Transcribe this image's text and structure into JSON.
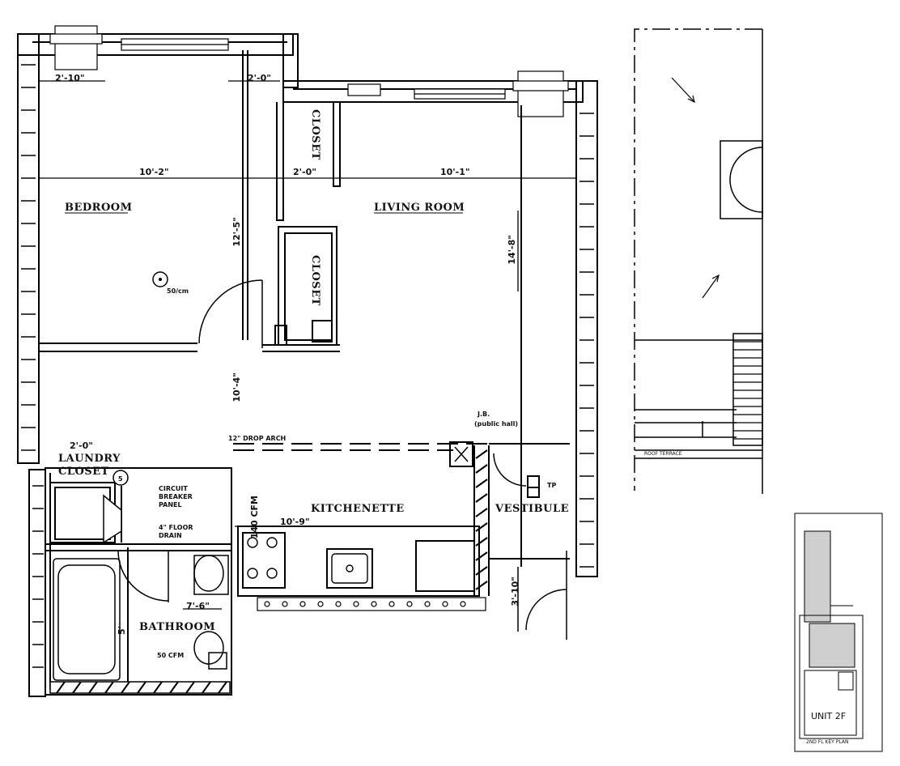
{
  "rooms": {
    "bedroom": "BEDROOM",
    "living_room": "LIVING ROOM",
    "closet_upper": "CLOSET",
    "closet_lower": "CLOSET",
    "kitchenette": "KITCHENETTE",
    "vestibule": "VESTIBULE",
    "bathroom": "BATHROOM",
    "laundry_line1": "LAUNDRY",
    "laundry_line2": "CLOSET"
  },
  "dimensions": {
    "window_left": "2'-10\"",
    "window_right": "2'-0\"",
    "bedroom_width": "10'-2\"",
    "closet_width": "2'-0\"",
    "living_width": "10'-1\"",
    "bedroom_depth": "12'-5\"",
    "living_depth": "14'-8\"",
    "hall_depth": "10'-4\"",
    "laundry_width": "2'-0\"",
    "kitchen_width": "10'-9\"",
    "bath_width": "7'-6\"",
    "bath_depth": "5'",
    "vestibule_depth": "3'-10\"",
    "cfm_vertical": "140 CFM"
  },
  "notes": {
    "fan": "50/cm",
    "drop_arch": "12\" DROP ARCH",
    "jbox_line1": "J.B.",
    "jbox_line2": "(public hall)",
    "circuit_line1": "CIRCUIT",
    "circuit_line2": "BREAKER",
    "circuit_line3": "PANEL",
    "drain_line1": "4\" FLOOR",
    "drain_line2": "DRAIN",
    "bath_fan": "50 CFM",
    "tag": "5",
    "tp": "TP"
  },
  "terrace": {
    "label": "ROOF TERRACE"
  },
  "key_plan": {
    "unit_label": "UNIT 2F",
    "caption": "2ND FL KEY PLAN"
  }
}
